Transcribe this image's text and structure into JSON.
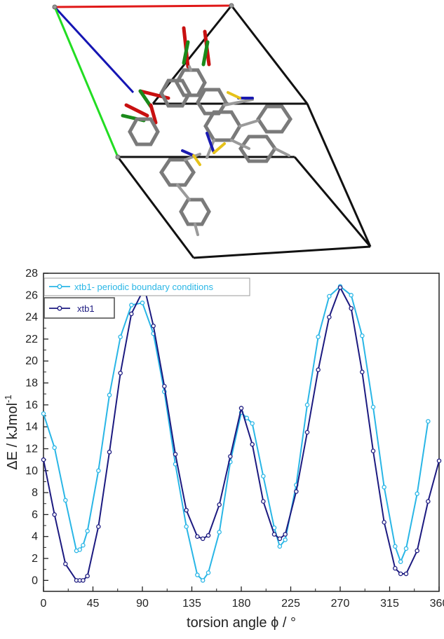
{
  "chart_data": {
    "type": "line",
    "title": "",
    "xlabel": "torsion angle ϕ / °",
    "ylabel": "ΔE / kJmol",
    "ylabel_superscript": "-1",
    "xlim": [
      0,
      360
    ],
    "ylim": [
      -1,
      28
    ],
    "xticks": [
      0,
      45,
      90,
      135,
      180,
      225,
      270,
      315,
      360
    ],
    "yticks": [
      0,
      2,
      4,
      6,
      8,
      10,
      12,
      14,
      16,
      18,
      20,
      22,
      24,
      26,
      28
    ],
    "grid": false,
    "legend_position": "top-left",
    "series": [
      {
        "name": "xtb1- periodic boundary conditions",
        "color": "#29b6e6",
        "x": [
          0,
          10,
          20,
          30,
          33,
          36,
          40,
          50,
          60,
          70,
          80,
          90,
          100,
          110,
          120,
          130,
          140,
          145,
          150,
          160,
          170,
          180,
          185,
          190,
          200,
          210,
          215,
          220,
          230,
          240,
          250,
          260,
          270,
          280,
          290,
          300,
          310,
          320,
          325,
          330,
          340,
          350
        ],
        "y": [
          15.2,
          12.1,
          7.3,
          2.7,
          2.8,
          3.2,
          4.5,
          10.0,
          16.9,
          22.2,
          25.1,
          25.3,
          22.5,
          17.2,
          10.6,
          4.9,
          0.5,
          0.0,
          0.7,
          4.4,
          10.8,
          15.3,
          14.8,
          14.3,
          9.5,
          4.8,
          3.1,
          3.7,
          8.7,
          16.0,
          22.2,
          25.9,
          26.8,
          26.0,
          22.3,
          15.8,
          8.5,
          3.1,
          1.7,
          2.9,
          7.9,
          14.5
        ]
      },
      {
        "name": "xtb1",
        "color": "#1c1a80",
        "x": [
          0,
          10,
          20,
          30,
          33,
          36,
          40,
          50,
          60,
          70,
          80,
          90,
          93,
          100,
          110,
          120,
          130,
          140,
          145,
          150,
          160,
          170,
          180,
          190,
          200,
          210,
          215,
          220,
          230,
          240,
          250,
          260,
          270,
          280,
          290,
          300,
          310,
          320,
          325,
          330,
          340,
          350,
          360
        ],
        "y": [
          11.0,
          6.0,
          1.5,
          0.0,
          0.0,
          0.0,
          0.4,
          4.9,
          11.7,
          18.9,
          24.3,
          26.3,
          26.2,
          23.2,
          17.7,
          11.5,
          6.4,
          4.0,
          3.8,
          4.1,
          6.9,
          11.3,
          15.7,
          12.4,
          7.2,
          4.2,
          3.8,
          4.2,
          8.1,
          13.5,
          19.2,
          24.0,
          26.7,
          24.8,
          19.0,
          11.8,
          5.3,
          1.1,
          0.6,
          0.6,
          2.7,
          7.2,
          10.9
        ]
      }
    ]
  },
  "unit_cell": {
    "edge_colors": {
      "a_axis": "#e01818",
      "b_axis": "#1515b3",
      "c_axis": "#22dd22",
      "frame": "#111111"
    }
  }
}
